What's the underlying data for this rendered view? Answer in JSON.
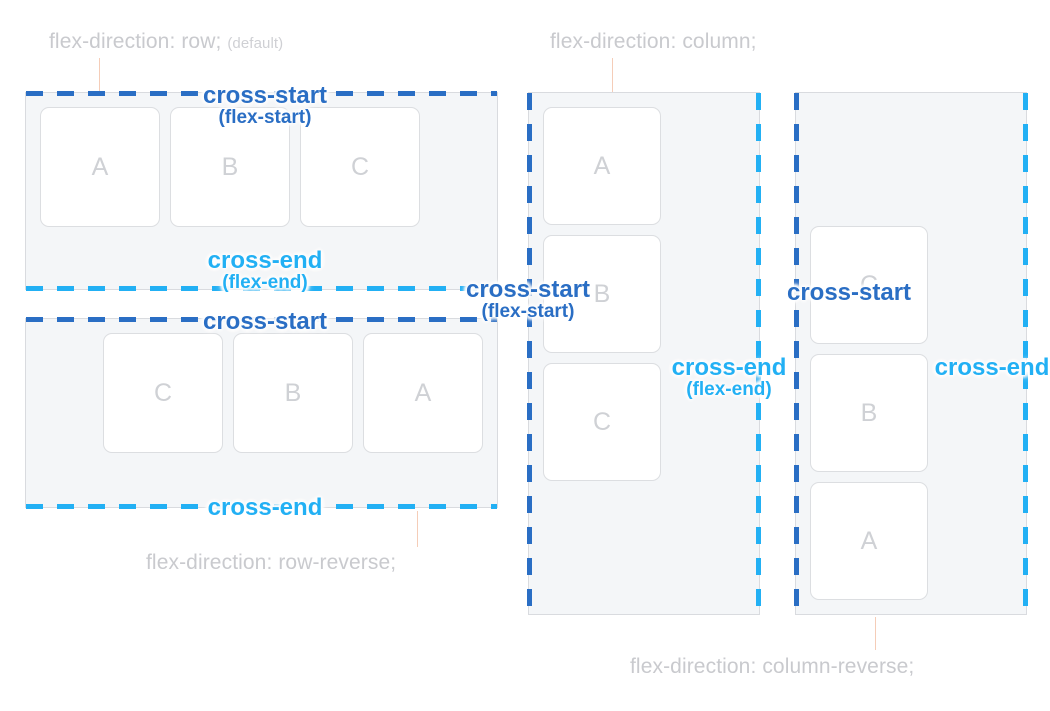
{
  "diagram": {
    "title_semantics": "CSS flexbox cross-start / cross-end per flex-direction",
    "labels": {
      "cross_start": "cross-start",
      "cross_end": "cross-end",
      "flex_start_paren": "(flex-start)",
      "flex_end_paren": "(flex-end)"
    },
    "colors": {
      "cross_start": "#2a6ec4",
      "cross_end": "#22b0f4",
      "container_bg": "#f4f6f8",
      "container_border": "#d9dbdf",
      "item_bg": "#ffffff",
      "item_border": "#dcdee1",
      "item_text": "#cfd1d5",
      "caption_text": "#c9cace",
      "connector": "#f5cdb8"
    },
    "panels": [
      {
        "id": "row",
        "caption": "flex-direction: row;",
        "caption_note": "(default)",
        "caption_position": "top",
        "items": [
          "A",
          "B",
          "C"
        ],
        "cross_start_label": "cross-start",
        "cross_start_paren": "(flex-start)",
        "cross_end_label": "cross-end",
        "cross_end_paren": "(flex-end)",
        "cross_start_edge": "top",
        "cross_end_edge": "bottom"
      },
      {
        "id": "row-reverse",
        "caption": "flex-direction: row-reverse;",
        "caption_note": "",
        "caption_position": "bottom",
        "items": [
          "C",
          "B",
          "A"
        ],
        "cross_start_label": "cross-start",
        "cross_start_paren": "",
        "cross_end_label": "cross-end",
        "cross_end_paren": "",
        "cross_start_edge": "top",
        "cross_end_edge": "bottom"
      },
      {
        "id": "column",
        "caption": "flex-direction: column;",
        "caption_note": "",
        "caption_position": "top",
        "items": [
          "A",
          "B",
          "C"
        ],
        "cross_start_label": "cross-start",
        "cross_start_paren": "(flex-start)",
        "cross_end_label": "cross-end",
        "cross_end_paren": "(flex-end)",
        "cross_start_edge": "left",
        "cross_end_edge": "right"
      },
      {
        "id": "column-reverse",
        "caption": "flex-direction: column-reverse;",
        "caption_note": "",
        "caption_position": "bottom",
        "items": [
          "C",
          "B",
          "A"
        ],
        "cross_start_label": "cross-start",
        "cross_start_paren": "",
        "cross_end_label": "cross-end",
        "cross_end_paren": "",
        "cross_start_edge": "left",
        "cross_end_edge": "right"
      }
    ]
  }
}
